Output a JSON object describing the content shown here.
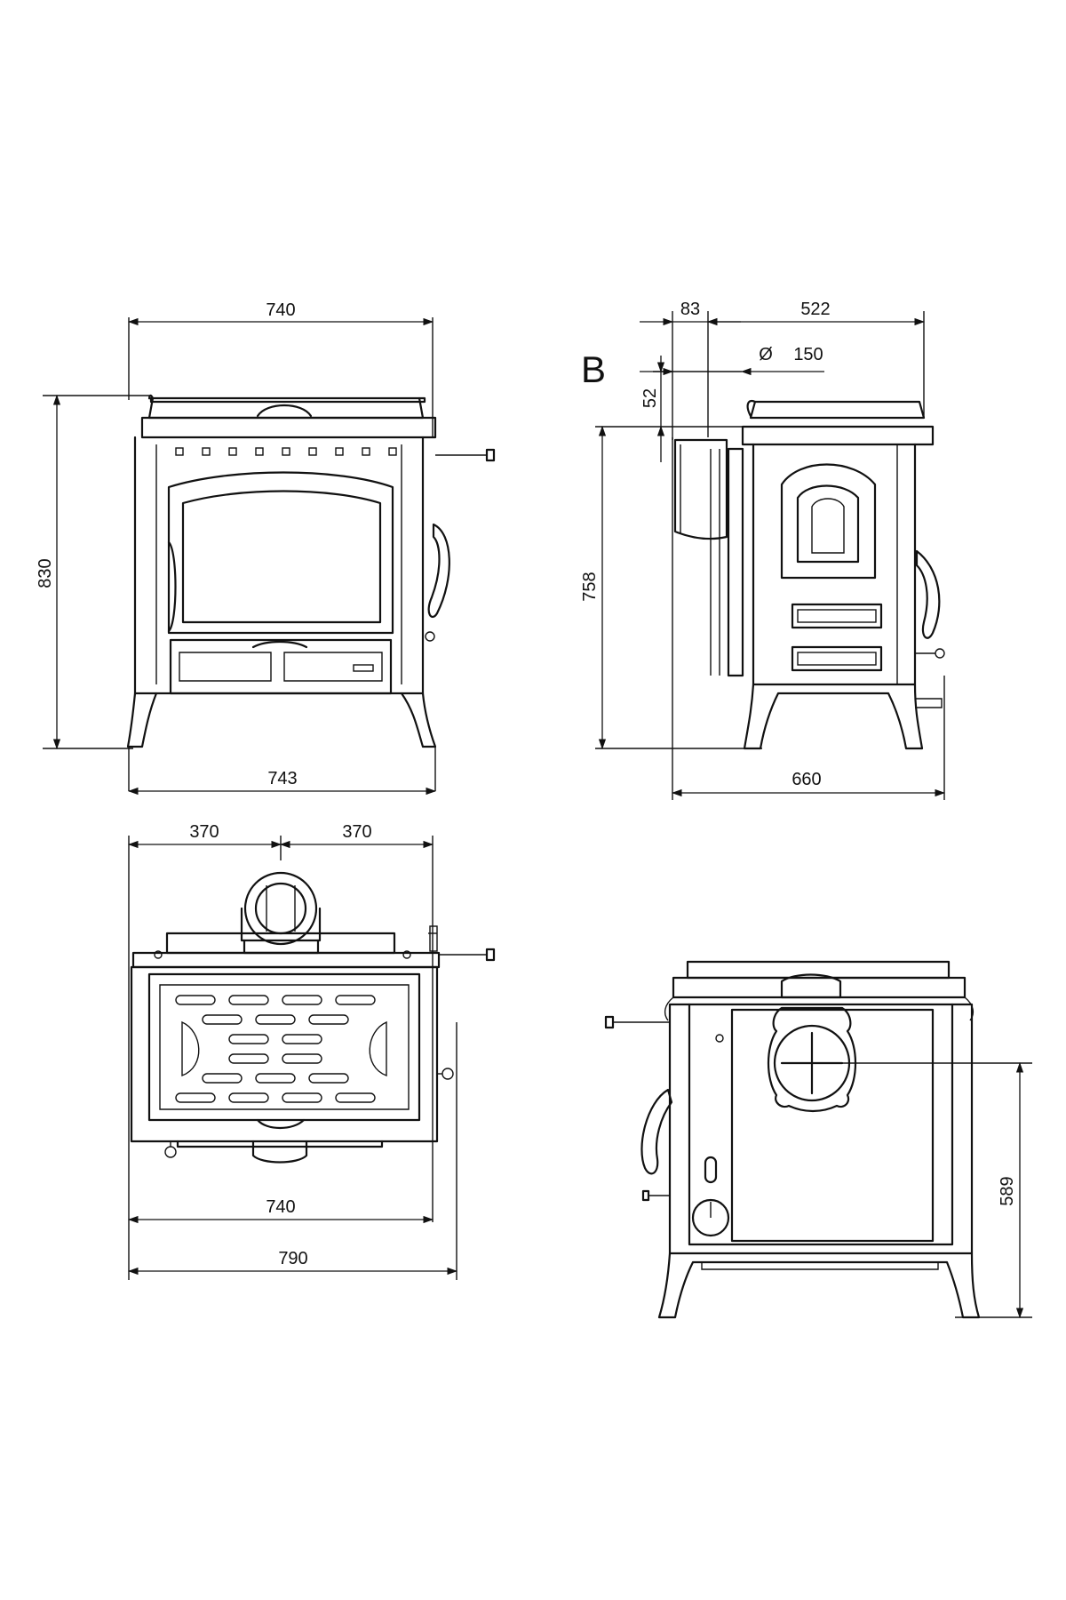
{
  "colors": {
    "line": "#111111",
    "background": "#ffffff"
  },
  "front_view": {
    "width_top": "740",
    "height_total": "830",
    "width_bottom": "743"
  },
  "side_view": {
    "view_label": "B",
    "flue_offset": "83",
    "body_depth": "522",
    "flue_diameter_symbol": "Ø",
    "flue_diameter": "150",
    "flue_height": "52",
    "height_to_flue": "758",
    "depth_total": "660"
  },
  "top_view": {
    "half_width_left": "370",
    "half_width_right": "370",
    "width_body": "740",
    "width_total": "790"
  },
  "rear_view": {
    "flue_center_height": "589"
  }
}
